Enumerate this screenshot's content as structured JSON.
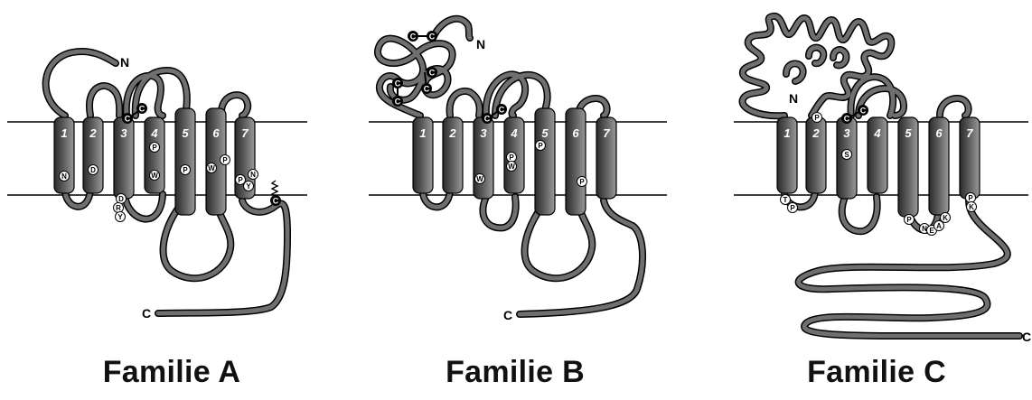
{
  "families": [
    {
      "caption": "Familie A",
      "n_label": "N",
      "c_label": "C",
      "helix_numbers": [
        "1",
        "2",
        "3",
        "4",
        "5",
        "6",
        "7"
      ],
      "disulfide": [
        "C",
        "C"
      ],
      "palmitoyl": "C",
      "residues": [
        {
          "helix": 1,
          "letters": [
            "N"
          ]
        },
        {
          "helix": 2,
          "letters": [
            "D"
          ]
        },
        {
          "helix": 3,
          "letters": [
            "D",
            "R",
            "Y"
          ]
        },
        {
          "helix": 4,
          "letters": [
            "P",
            "W"
          ]
        },
        {
          "helix": 5,
          "letters": [
            "P"
          ]
        },
        {
          "helix": 6,
          "letters": [
            "W",
            "P"
          ]
        },
        {
          "helix": 7,
          "letters": [
            "P",
            "N",
            "Y"
          ]
        }
      ]
    },
    {
      "caption": "Familie B",
      "n_label": "N",
      "c_label": "C",
      "helix_numbers": [
        "1",
        "2",
        "3",
        "4",
        "5",
        "6",
        "7"
      ],
      "disulfide": [
        "C",
        "C"
      ],
      "n_terminal_cysteines": [
        "C",
        "C",
        "C",
        "C",
        "C",
        "C"
      ],
      "residues": [
        {
          "helix": 3,
          "letters": [
            "W"
          ]
        },
        {
          "helix": 4,
          "letters": [
            "P",
            "W"
          ]
        },
        {
          "helix": 5,
          "letters": [
            "P"
          ]
        },
        {
          "helix": 6,
          "letters": [
            "P"
          ]
        }
      ]
    },
    {
      "caption": "Familie C",
      "n_label": "N",
      "c_label": "C",
      "helix_numbers": [
        "1",
        "2",
        "3",
        "4",
        "5",
        "6",
        "7"
      ],
      "disulfide": [
        "C",
        "C"
      ],
      "residues": [
        {
          "helix": 1,
          "letters": [
            "T",
            "P"
          ]
        },
        {
          "helix": 2,
          "letters": [
            "P"
          ]
        },
        {
          "helix": 3,
          "letters": [
            "S"
          ]
        },
        {
          "helix": 5,
          "letters": [
            "P",
            "N",
            "E",
            "A",
            "K"
          ]
        },
        {
          "helix": 7,
          "letters": [
            "P",
            "K"
          ]
        }
      ]
    }
  ]
}
